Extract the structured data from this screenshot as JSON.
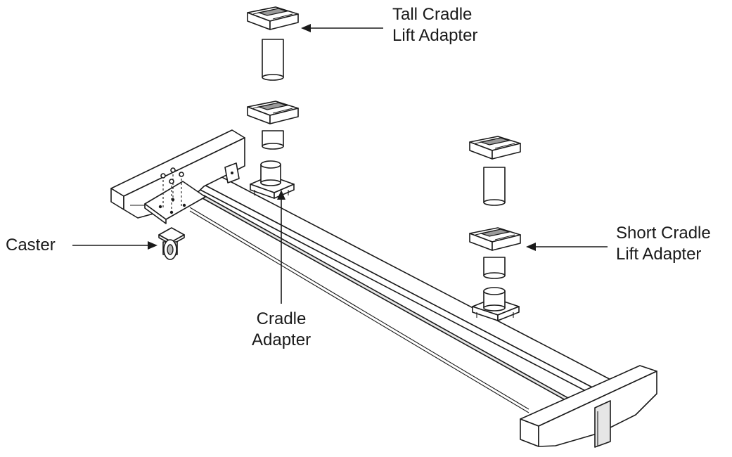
{
  "callouts": {
    "tall_cradle_lift_adapter": {
      "line1": "Tall Cradle",
      "line2": "Lift Adapter"
    },
    "short_cradle_lift_adapter": {
      "line1": "Short Cradle",
      "line2": "Lift Adapter"
    },
    "cradle_adapter": {
      "line1": "Cradle",
      "line2": "Adapter"
    },
    "caster": {
      "line1": "Caster"
    }
  }
}
